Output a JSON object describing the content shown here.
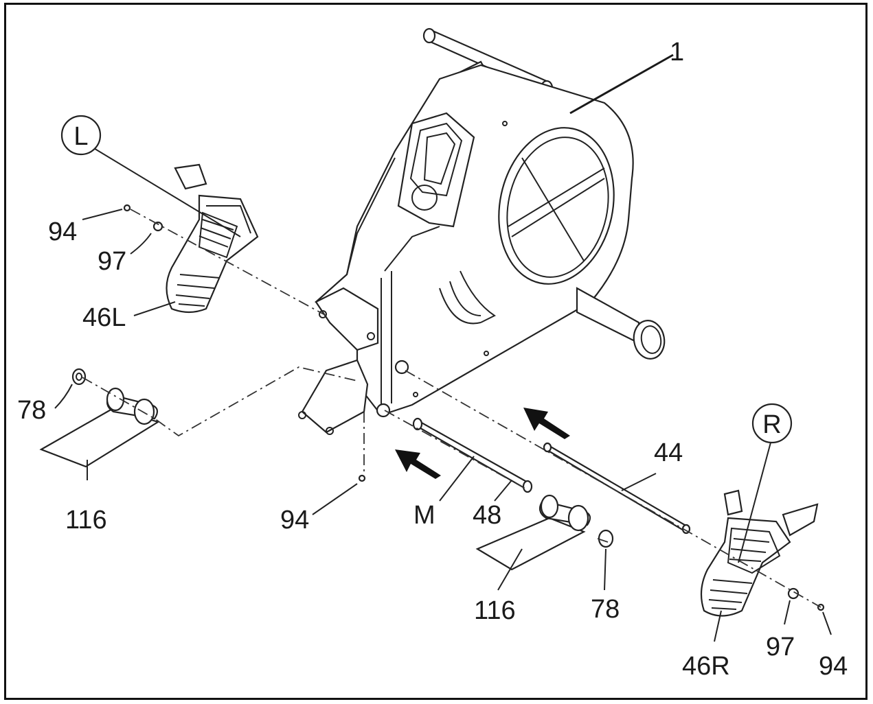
{
  "labels": {
    "part_1": "1",
    "left_marker": "L",
    "right_marker": "R",
    "screw_94_left_top": "94",
    "washer_97_left": "97",
    "pedal_46L": "46L",
    "cap_78_left": "78",
    "foot_116_left": "116",
    "screw_94_bottom": "94",
    "mark_M": "M",
    "axle_48": "48",
    "axle_44": "44",
    "foot_116_right": "116",
    "cap_78_right": "78",
    "pedal_46R": "46R",
    "washer_97_right": "97",
    "screw_94_right": "94"
  }
}
